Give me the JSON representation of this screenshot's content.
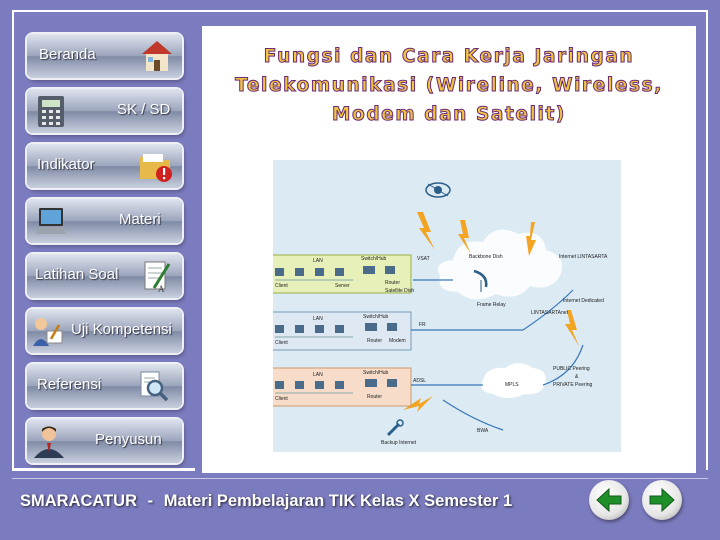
{
  "sidebar": {
    "items": [
      {
        "label": "Beranda",
        "icon": "house-icon"
      },
      {
        "label": "SK / SD",
        "icon": "calculator-icon"
      },
      {
        "label": "Indikator",
        "icon": "folder-alert-icon"
      },
      {
        "label": "Materi",
        "icon": "laptop-icon"
      },
      {
        "label": "Latihan Soal",
        "icon": "pen-paper-icon"
      },
      {
        "label": "Uji Kompetensi",
        "icon": "person-writing-icon"
      },
      {
        "label": "Referensi",
        "icon": "magnifier-document-icon"
      },
      {
        "label": "Penyusun",
        "icon": "businessman-icon"
      }
    ]
  },
  "content": {
    "title": "Fungsi dan Cara Kerja Jaringan Telekomunikasi (Wireline, Wireless, Modem dan Satelit)"
  },
  "diagram": {
    "vsat": "VSAT",
    "backbone": "Backbone Dish",
    "satellite_dish": "Satellite Dish",
    "frame_relay": "Frame Relay",
    "mpls": "MPLS",
    "internet_lintasarta": "Internet LINTASARTA",
    "internet_dedicated": "Internet Dedicated",
    "lintasarta_net": "LINTASARTAnet",
    "public_peering": "PUBLIC Peering",
    "amp": "&",
    "private_peering": "PRIVATE Peering",
    "fr": "FR",
    "adsl": "ADSL",
    "bwa": "BWA",
    "backup_internet": "Backup Internet",
    "lan": "LAN",
    "client": "Client",
    "server": "Server",
    "switch_hub": "Switch/Hub",
    "router": "Router",
    "modem": "Modem"
  },
  "footer": {
    "brand": "SMARACATUR",
    "separator": "-",
    "subtitle": "Materi Pembelajaran TIK Kelas X Semester 1"
  },
  "colors": {
    "background": "#7b7bbf",
    "title_fill": "#f0c341",
    "title_outline": "#6a2a7a",
    "arrow_green": "#1f8f2a"
  }
}
